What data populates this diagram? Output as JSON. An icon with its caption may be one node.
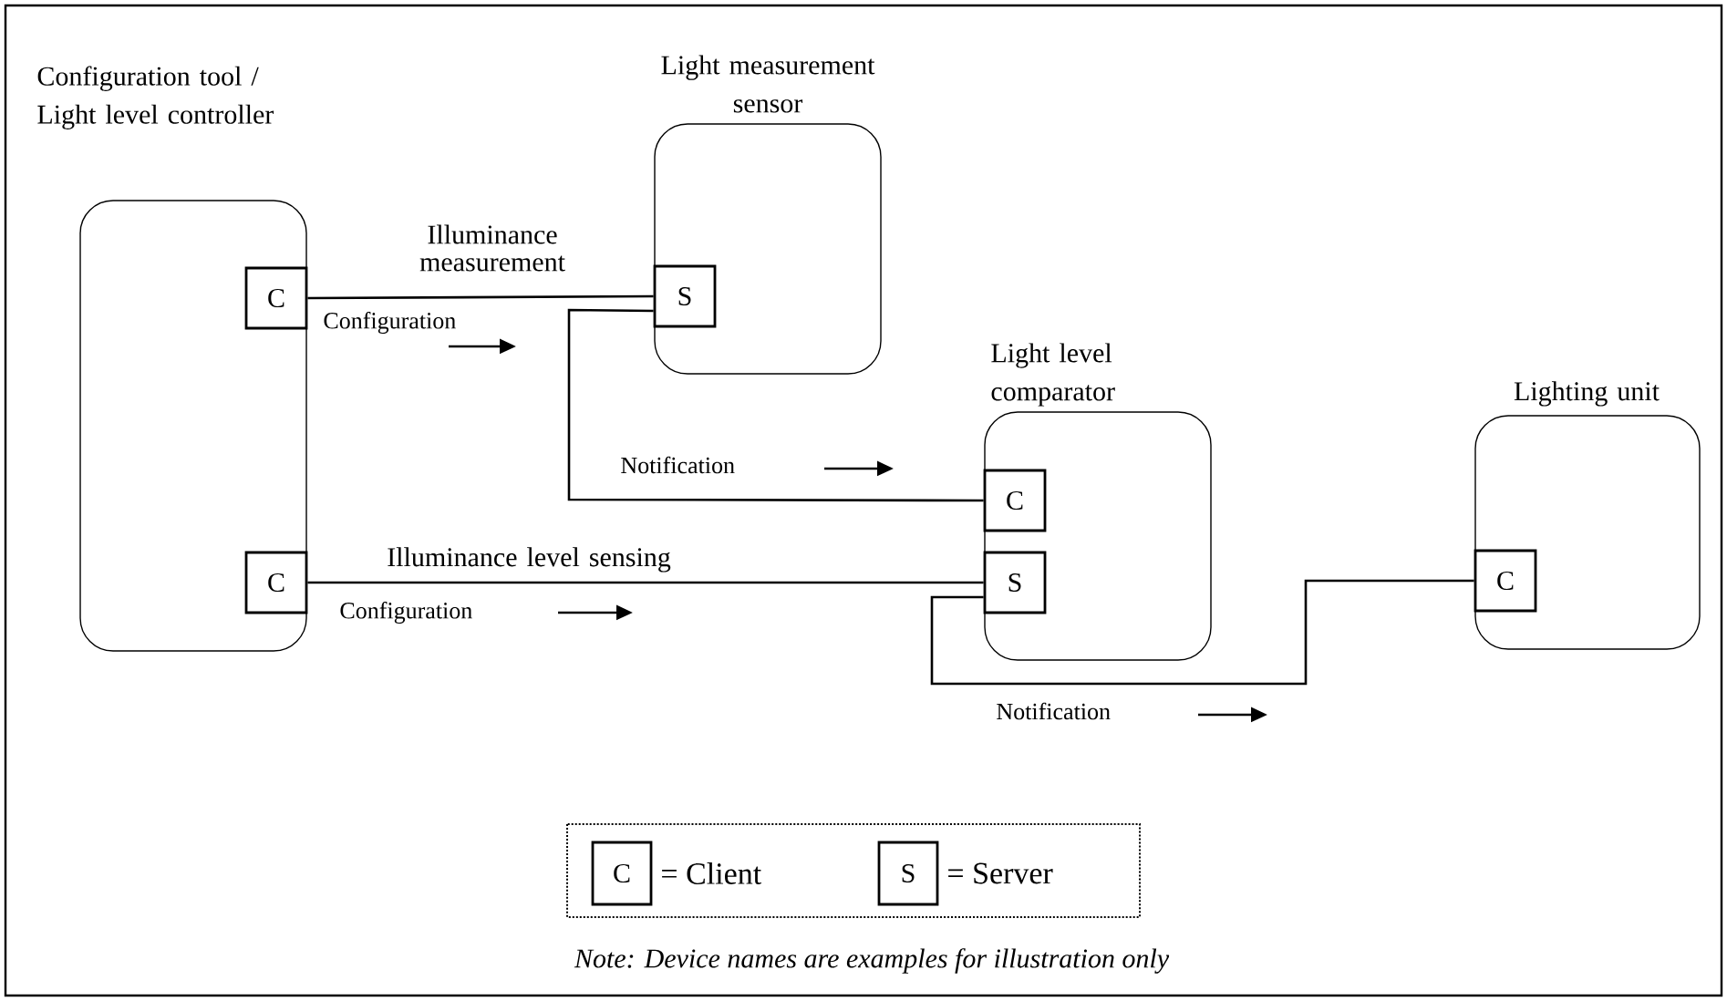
{
  "diagram": {
    "caption": "Note: Device names are examples for illustration only",
    "nodes": [
      {
        "text": [
          "Configuration tool / Light level controller"
        ]
      },
      {
        "text": [
          "C"
        ],
        "in": 0
      },
      {
        "text": [
          "C"
        ],
        "in": 0
      },
      {
        "text": [
          "Light measurement sensor"
        ]
      },
      {
        "text": [
          "S"
        ],
        "in": 3
      },
      {
        "text": [
          "Light level comparator"
        ]
      },
      {
        "text": [
          "C"
        ],
        "in": 5
      },
      {
        "text": [
          "S"
        ],
        "in": 5
      },
      {
        "text": [
          "Lighting unit"
        ]
      },
      {
        "text": [
          "C"
        ],
        "in": 8
      }
    ],
    "edges": [
      {
        "from": 1,
        "to": 4,
        "arrow": "none",
        "label": "Illuminance measurement"
      },
      {
        "from": 4,
        "to": 6,
        "arrow": "none"
      },
      {
        "from": 2,
        "to": 7,
        "arrow": "none",
        "label": "Illuminance level sensing"
      },
      {
        "from": 7,
        "to": 9,
        "arrow": "none"
      }
    ],
    "labels": [
      "Configuration",
      "Notification",
      "Configuration",
      "Notification",
      "C",
      "= Client",
      "S",
      "= Server"
    ]
  }
}
